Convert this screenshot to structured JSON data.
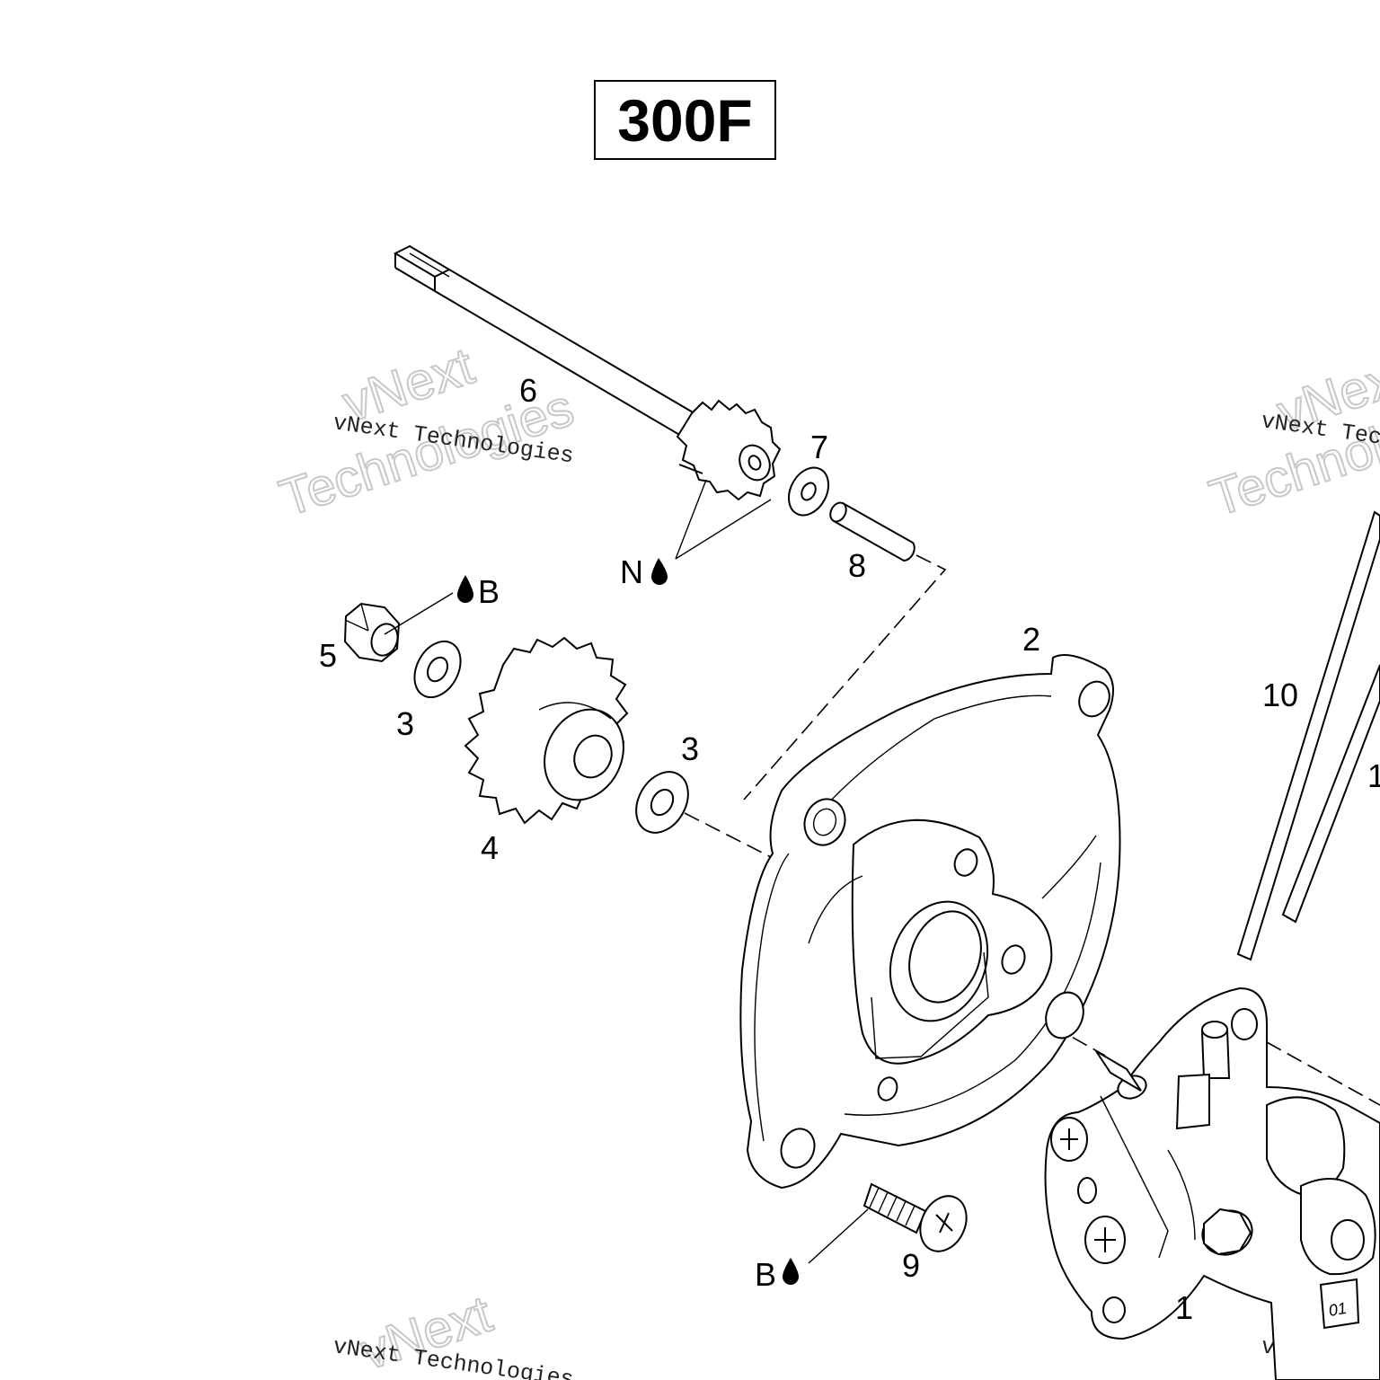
{
  "title": "300F",
  "callouts": {
    "c1": "1",
    "c2": "2",
    "c3a": "3",
    "c3b": "3",
    "c4": "4",
    "c5": "5",
    "c6": "6",
    "c7": "7",
    "c8": "8",
    "c9": "9",
    "c10": "10",
    "c10b": "1"
  },
  "notes": {
    "n_label": "N",
    "b_label_top": "B",
    "b_label_bottom": "B"
  },
  "part_marking": "01",
  "watermark": {
    "small": "vNext Technologies",
    "big_line1": "vNext",
    "big_line2": "Technologies"
  }
}
